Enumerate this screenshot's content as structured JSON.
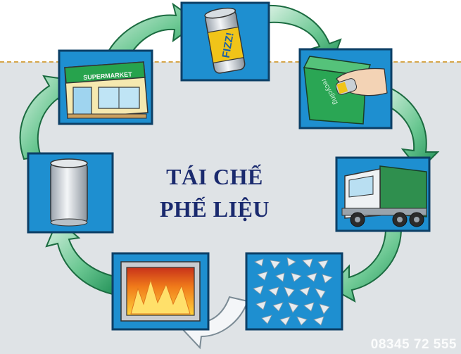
{
  "title": {
    "line1": "TÁI CHẾ",
    "line2": "PHẾ LIỆU"
  },
  "watermark": {
    "phone": "08345 72 555"
  },
  "steps": [
    {
      "name": "supermarket",
      "sign_text": "SUPERMARKET",
      "icon": "supermarket-icon"
    },
    {
      "name": "soda-can",
      "can_text": "FIZZ!",
      "icon": "soda-can-icon"
    },
    {
      "name": "recycling-bin",
      "bin_text": "recycling",
      "icon": "recycling-bin-icon"
    },
    {
      "name": "garbage-truck",
      "icon": "garbage-truck-icon"
    },
    {
      "name": "shredded-aluminum",
      "icon": "shredded-metal-icon"
    },
    {
      "name": "furnace",
      "icon": "furnace-fire-icon"
    },
    {
      "name": "new-can",
      "icon": "blank-can-icon"
    }
  ],
  "colors": {
    "panel_blue": "#1e8fd0",
    "arrow_green": "#3cae6e",
    "title_navy": "#1a2a6e",
    "background_gray": "#dfe3e6"
  }
}
